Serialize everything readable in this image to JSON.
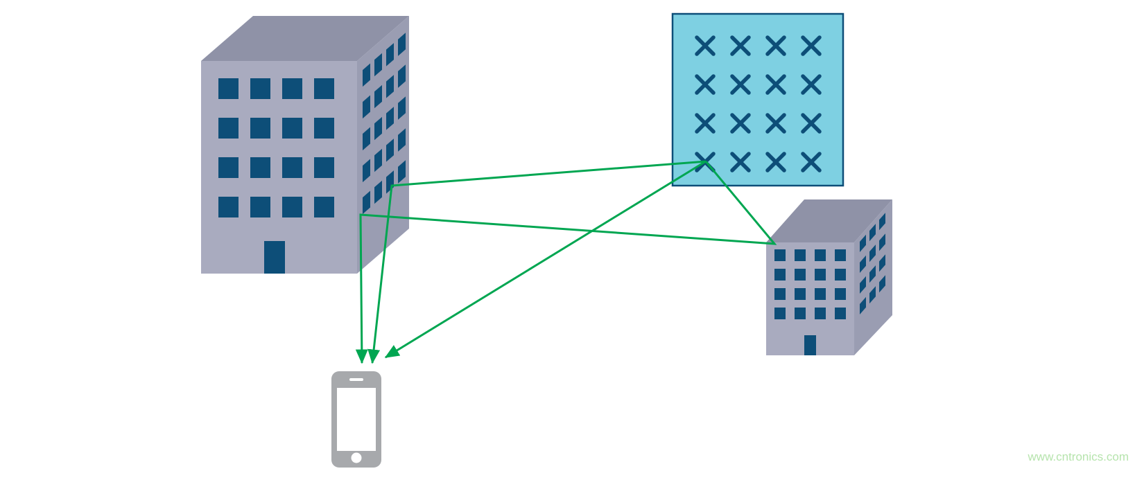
{
  "diagram": {
    "watermark": "www.cntronics.com",
    "colors": {
      "background": "#ffffff",
      "building_front": "#a9abbf",
      "building_side": "#9a9db2",
      "building_top": "#8f92a7",
      "window": "#0d4e78",
      "panel_fill": "#7ed0e2",
      "panel_stroke": "#0d4e78",
      "signal": "#00a651",
      "phone_body": "#a7a9ac",
      "phone_screen": "#ffffff",
      "watermark": "#b6e4ad"
    },
    "antenna_array": {
      "rows": 4,
      "cols": 4,
      "element": "x-mark-antenna-element"
    },
    "large_building": {
      "front_windows": {
        "rows": 4,
        "cols": 4
      },
      "side_windows": {
        "rows": 5,
        "cols": 4
      }
    },
    "small_building": {
      "front_windows": {
        "rows": 4,
        "cols": 4
      },
      "side_windows": {
        "rows": 4,
        "cols": 3
      }
    },
    "paths": [
      {
        "name": "path-reflected-off-large-building",
        "route": [
          "antenna-array",
          "large-building",
          "smartphone"
        ]
      },
      {
        "name": "path-double-reflection",
        "route": [
          "antenna-array",
          "small-building",
          "large-building",
          "smartphone"
        ]
      },
      {
        "name": "path-direct",
        "route": [
          "antenna-array",
          "smartphone"
        ]
      }
    ]
  }
}
